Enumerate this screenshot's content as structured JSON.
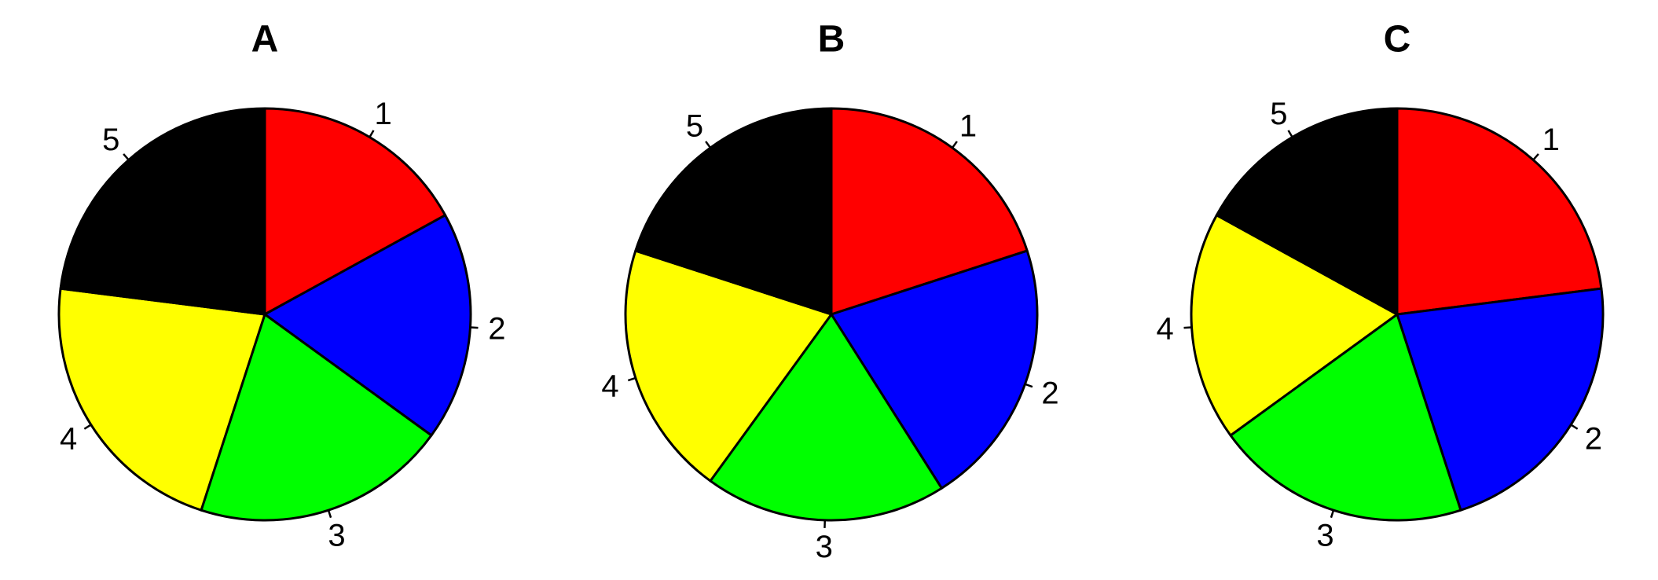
{
  "chart_data": [
    {
      "type": "pie",
      "title": "A",
      "labels": [
        "1",
        "2",
        "3",
        "4",
        "5"
      ],
      "values": [
        17,
        18,
        20,
        22,
        23
      ],
      "colors": [
        "#ff0000",
        "#0000ff",
        "#00ff00",
        "#ffff00",
        "#000000"
      ],
      "start_angle_deg": 90,
      "direction": "clockwise"
    },
    {
      "type": "pie",
      "title": "B",
      "labels": [
        "1",
        "2",
        "3",
        "4",
        "5"
      ],
      "values": [
        20,
        21,
        19,
        20,
        20
      ],
      "colors": [
        "#ff0000",
        "#0000ff",
        "#00ff00",
        "#ffff00",
        "#000000"
      ],
      "start_angle_deg": 90,
      "direction": "clockwise"
    },
    {
      "type": "pie",
      "title": "C",
      "labels": [
        "1",
        "2",
        "3",
        "4",
        "5"
      ],
      "values": [
        23,
        22,
        20,
        18,
        17
      ],
      "colors": [
        "#ff0000",
        "#0000ff",
        "#00ff00",
        "#ffff00",
        "#000000"
      ],
      "start_angle_deg": 90,
      "direction": "clockwise"
    }
  ]
}
